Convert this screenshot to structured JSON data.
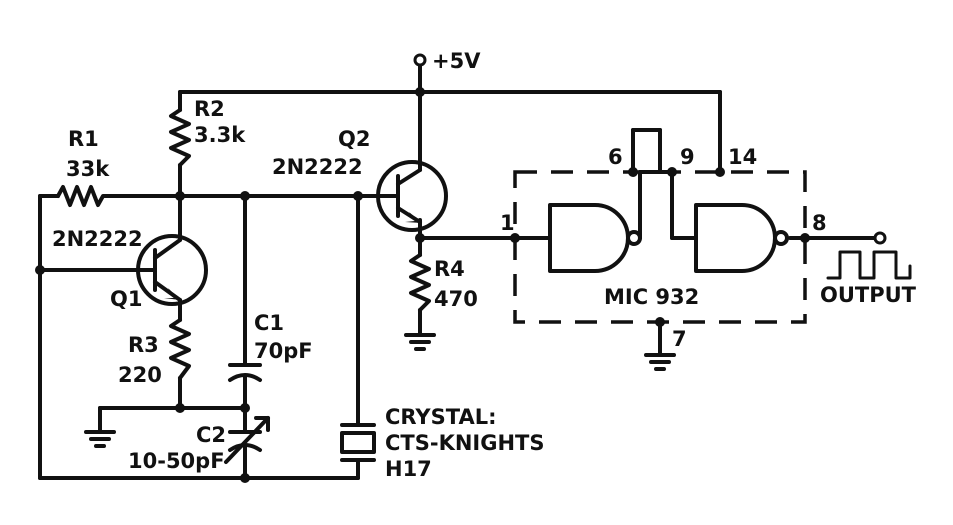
{
  "supply": "+5V",
  "components": {
    "r1": {
      "name": "R1",
      "value": "33k"
    },
    "r2": {
      "name": "R2",
      "value": "3.3k"
    },
    "r3": {
      "name": "R3",
      "value": "220"
    },
    "r4": {
      "name": "R4",
      "value": "470"
    },
    "q1": {
      "name": "Q1",
      "type": "2N2222"
    },
    "q2": {
      "name": "Q2",
      "type": "2N2222"
    },
    "c1": {
      "name": "C1",
      "value": "70pF"
    },
    "c2": {
      "name": "C2",
      "value": "10-50pF"
    },
    "crystal": {
      "line1": "CRYSTAL:",
      "line2": "CTS-KNIGHTS",
      "line3": "H17"
    },
    "ic": {
      "name": "MIC 932"
    }
  },
  "pins": {
    "p1": "1",
    "p6": "6",
    "p9": "9",
    "p14": "14",
    "p8": "8",
    "p7": "7"
  },
  "output_label": "OUTPUT"
}
